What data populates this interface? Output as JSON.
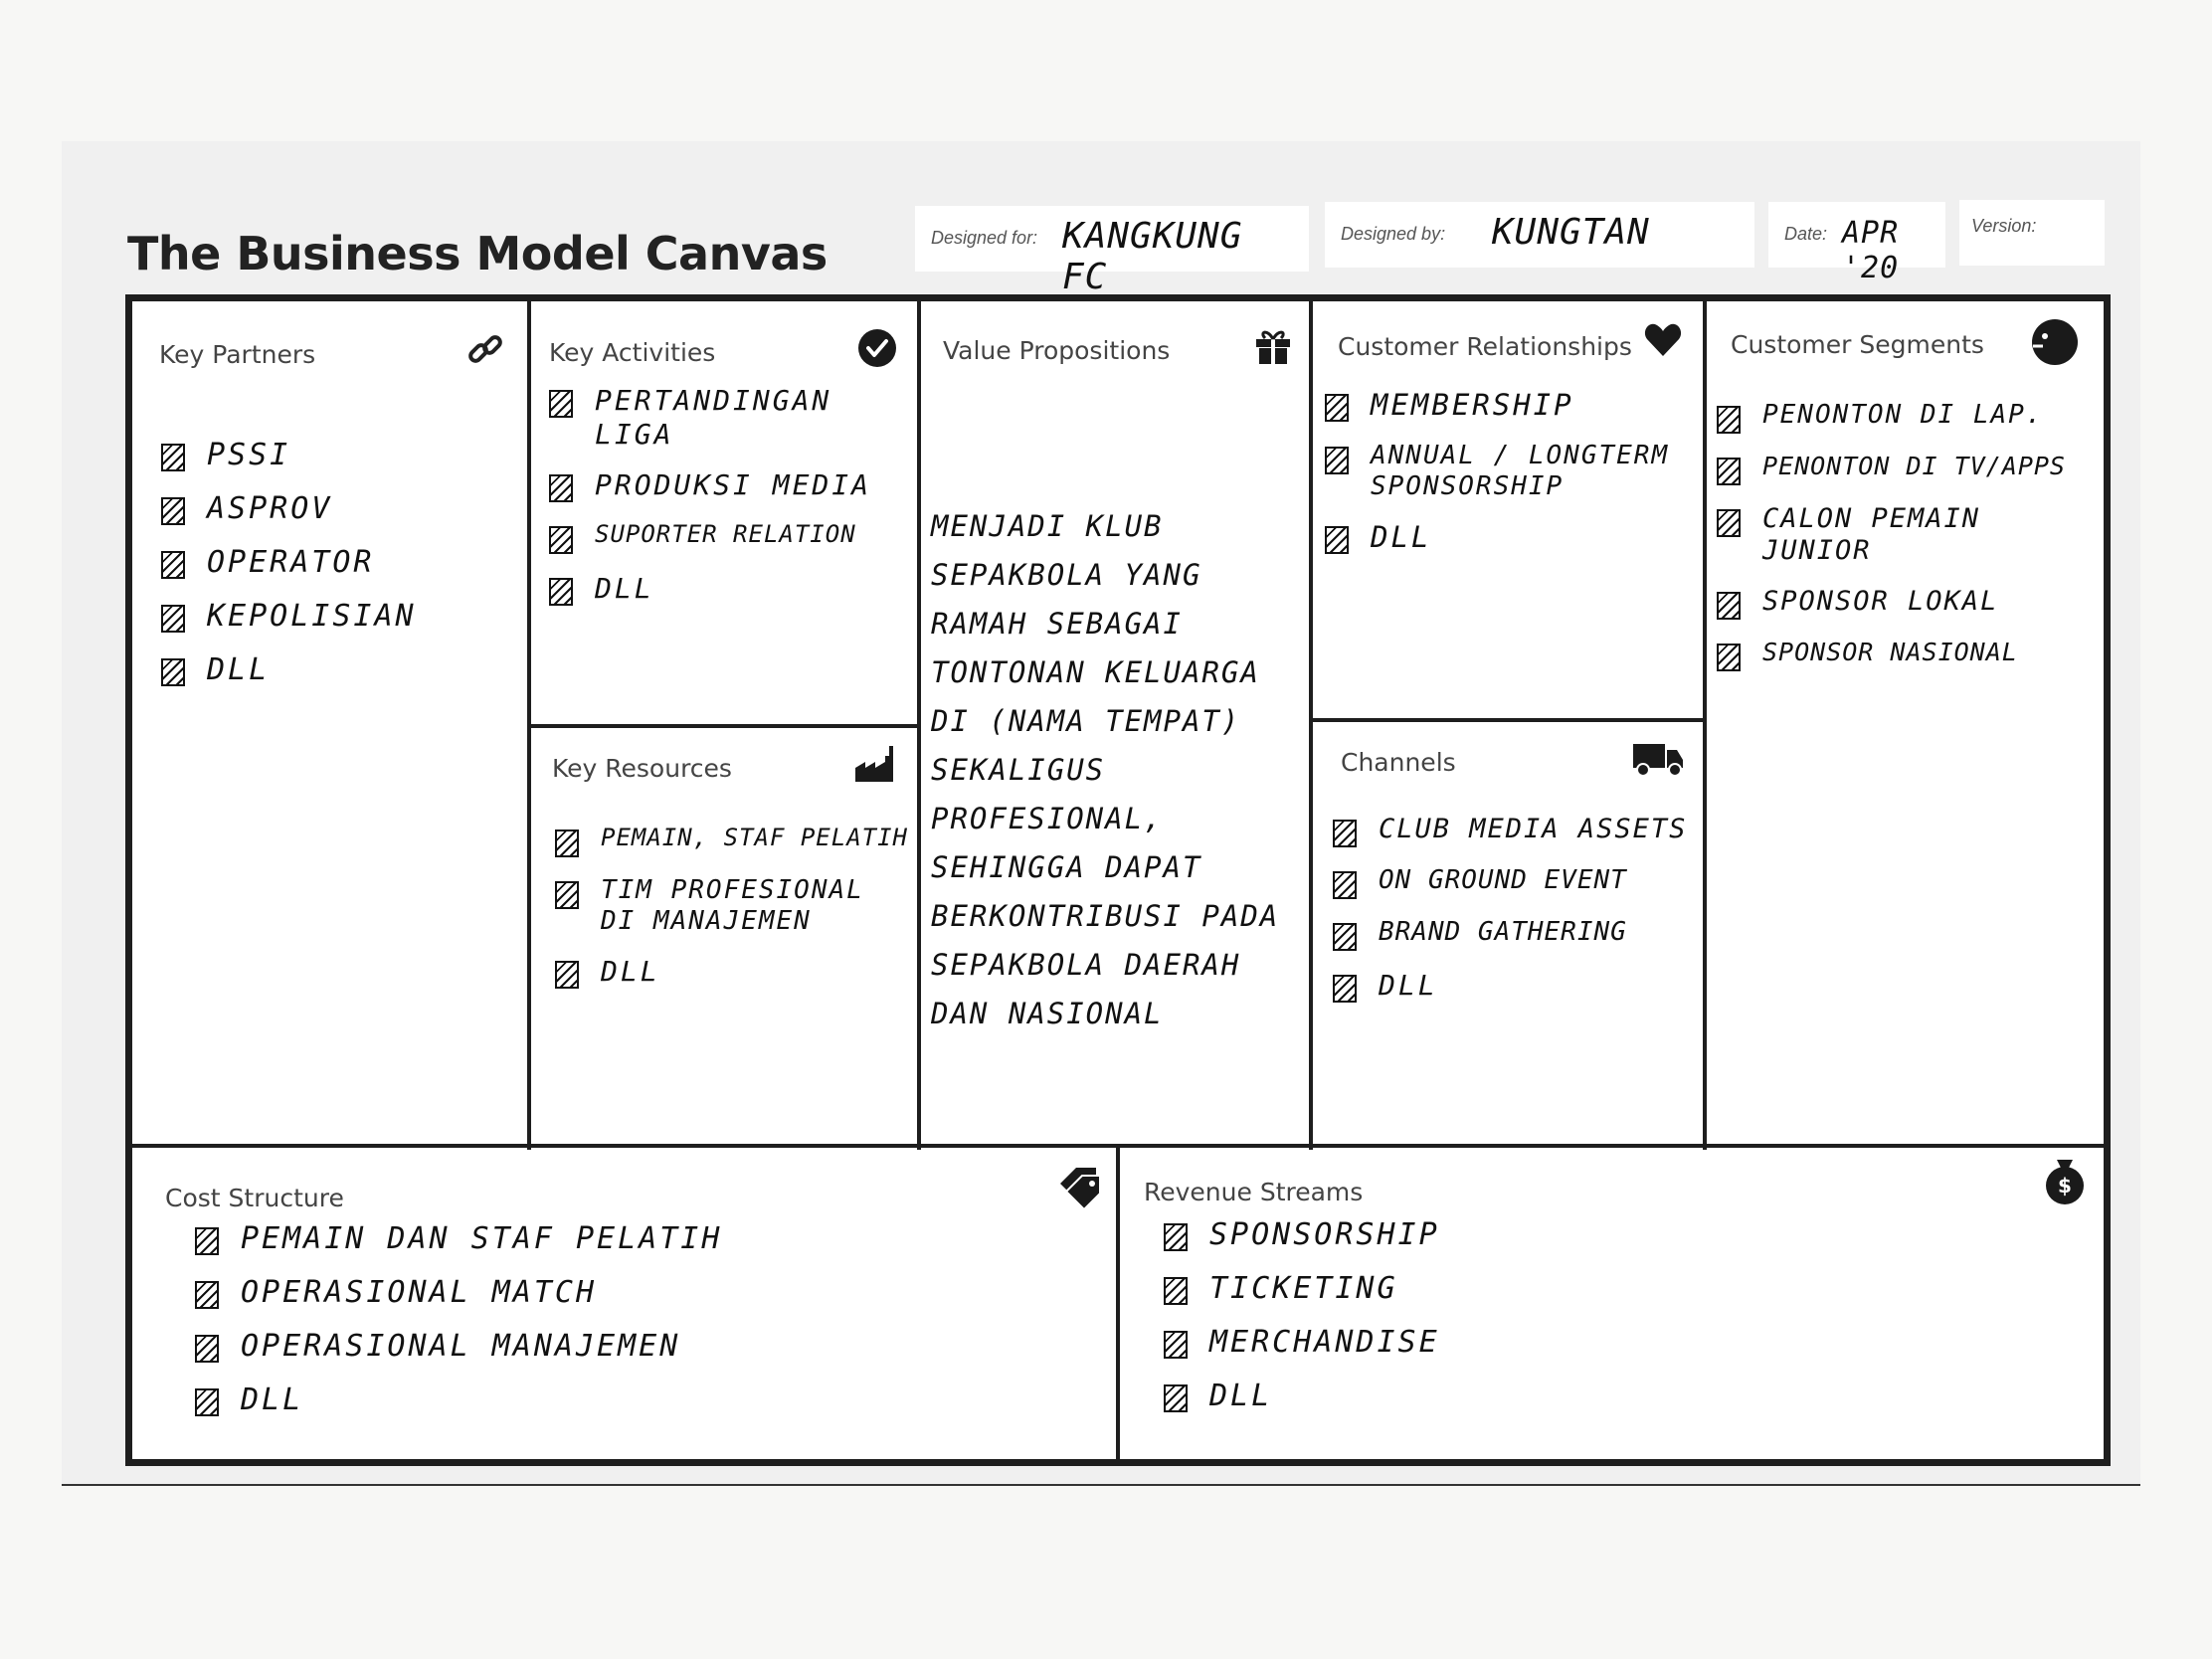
{
  "title": "The Business Model Canvas",
  "meta": {
    "designed_for_label": "Designed for:",
    "designed_for_value": "KANGKUNG FC",
    "designed_by_label": "Designed by:",
    "designed_by_value": "KUNGTAN",
    "date_label": "Date:",
    "date_value": "APR '20",
    "version_label": "Version:"
  },
  "blocks": {
    "key_partners": {
      "title": "Key Partners",
      "icon": "link-icon",
      "items": [
        "PSSI",
        "ASPROV",
        "OPERATOR",
        "KEPOLISIAN",
        "DLL"
      ]
    },
    "key_activities": {
      "title": "Key Activities",
      "icon": "checkmark-icon",
      "items": [
        "PERTANDINGAN LIGA",
        "PRODUKSI MEDIA",
        "SUPORTER RELATION",
        "DLL"
      ]
    },
    "key_resources": {
      "title": "Key Resources",
      "icon": "factory-icon",
      "items": [
        "PEMAIN, STAF PELATIH",
        "TIM PROFESIONAL DI MANAJEMEN",
        "DLL"
      ]
    },
    "value_propositions": {
      "title": "Value Propositions",
      "icon": "gift-icon",
      "text": "MENJADI KLUB\nSEPAKBOLA YANG\nRAMAH SEBAGAI\nTONTONAN KELUARGA\nDI (NAMA TEMPAT)\nSEKALIGUS PROFESIONAL,\nSEHINGGA DAPAT\nBERKONTRIBUSI PADA\nSEPAKBOLA DAERAH\nDAN NASIONAL"
    },
    "customer_relationships": {
      "title": "Customer Relationships",
      "icon": "heart-icon",
      "items": [
        "MEMBERSHIP",
        "ANNUAL / LONGTERM SPONSORSHIP",
        "DLL"
      ]
    },
    "channels": {
      "title": "Channels",
      "icon": "truck-icon",
      "items": [
        "CLUB MEDIA ASSETS",
        "ON GROUND EVENT",
        "BRAND GATHERING",
        "DLL"
      ]
    },
    "customer_segments": {
      "title": "Customer Segments",
      "icon": "face-icon",
      "items": [
        "PENONTON DI LAP.",
        "PENONTON DI TV/APPS",
        "CALON PEMAIN JUNIOR",
        "SPONSOR LOKAL",
        "SPONSOR NASIONAL"
      ]
    },
    "cost_structure": {
      "title": "Cost Structure",
      "icon": "price-tag-icon",
      "items": [
        "PEMAIN DAN STAF PELATIH",
        "OPERASIONAL MATCH",
        "OPERASIONAL MANAJEMEN",
        "DLL"
      ]
    },
    "revenue_streams": {
      "title": "Revenue Streams",
      "icon": "money-bag-icon",
      "items": [
        "SPONSORSHIP",
        "TICKETING",
        "MERCHANDISE",
        "DLL"
      ]
    }
  }
}
